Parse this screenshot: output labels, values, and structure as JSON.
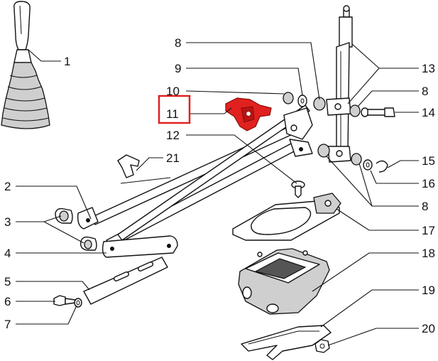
{
  "diagram": {
    "highlight_color": "#e0211f",
    "callouts": [
      {
        "id": "c1",
        "label": "1"
      },
      {
        "id": "c2",
        "label": "2"
      },
      {
        "id": "c3",
        "label": "3"
      },
      {
        "id": "c4",
        "label": "4"
      },
      {
        "id": "c5",
        "label": "5"
      },
      {
        "id": "c6",
        "label": "6"
      },
      {
        "id": "c7",
        "label": "7"
      },
      {
        "id": "c8a",
        "label": "8"
      },
      {
        "id": "c9",
        "label": "9"
      },
      {
        "id": "c10",
        "label": "10"
      },
      {
        "id": "c11",
        "label": "11",
        "highlighted": true
      },
      {
        "id": "c12",
        "label": "12"
      },
      {
        "id": "c21",
        "label": "21"
      },
      {
        "id": "c13",
        "label": "13"
      },
      {
        "id": "c8b",
        "label": "8"
      },
      {
        "id": "c14",
        "label": "14"
      },
      {
        "id": "c15",
        "label": "15"
      },
      {
        "id": "c16",
        "label": "16"
      },
      {
        "id": "c8c",
        "label": "8"
      },
      {
        "id": "c17",
        "label": "17"
      },
      {
        "id": "c18",
        "label": "18"
      },
      {
        "id": "c19",
        "label": "19"
      },
      {
        "id": "c20",
        "label": "20"
      }
    ]
  }
}
